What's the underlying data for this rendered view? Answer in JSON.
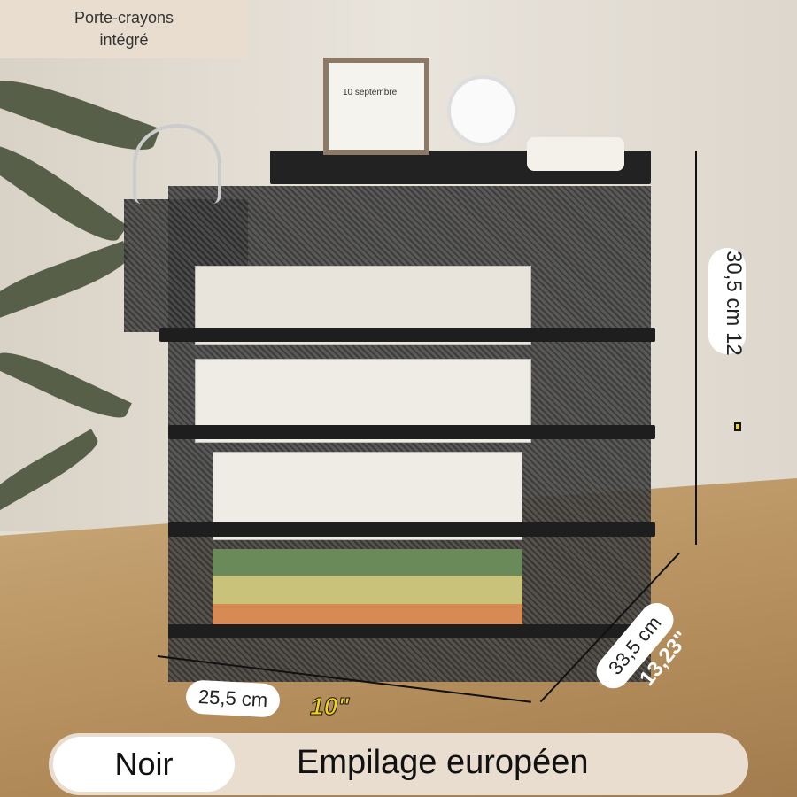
{
  "callouts": {
    "pencil_holder": {
      "line1": "Porte-crayons",
      "line2": "intégré"
    },
    "calendar_text": "10 septembre"
  },
  "dimensions": {
    "height_cm": "30,5 cm",
    "height_in": "12",
    "depth_cm": "33,5 cm",
    "depth_in": "13,23\"",
    "width_cm": "25,5 cm",
    "width_in": "10\""
  },
  "bottom_bar": {
    "color": "Noir",
    "feature": "Empilage européen"
  },
  "colors": {
    "product": "#1e1e1e",
    "label_bg": "#ffffff",
    "inch_yellow": "#f2d21b",
    "banner": "#e9ddd0"
  }
}
